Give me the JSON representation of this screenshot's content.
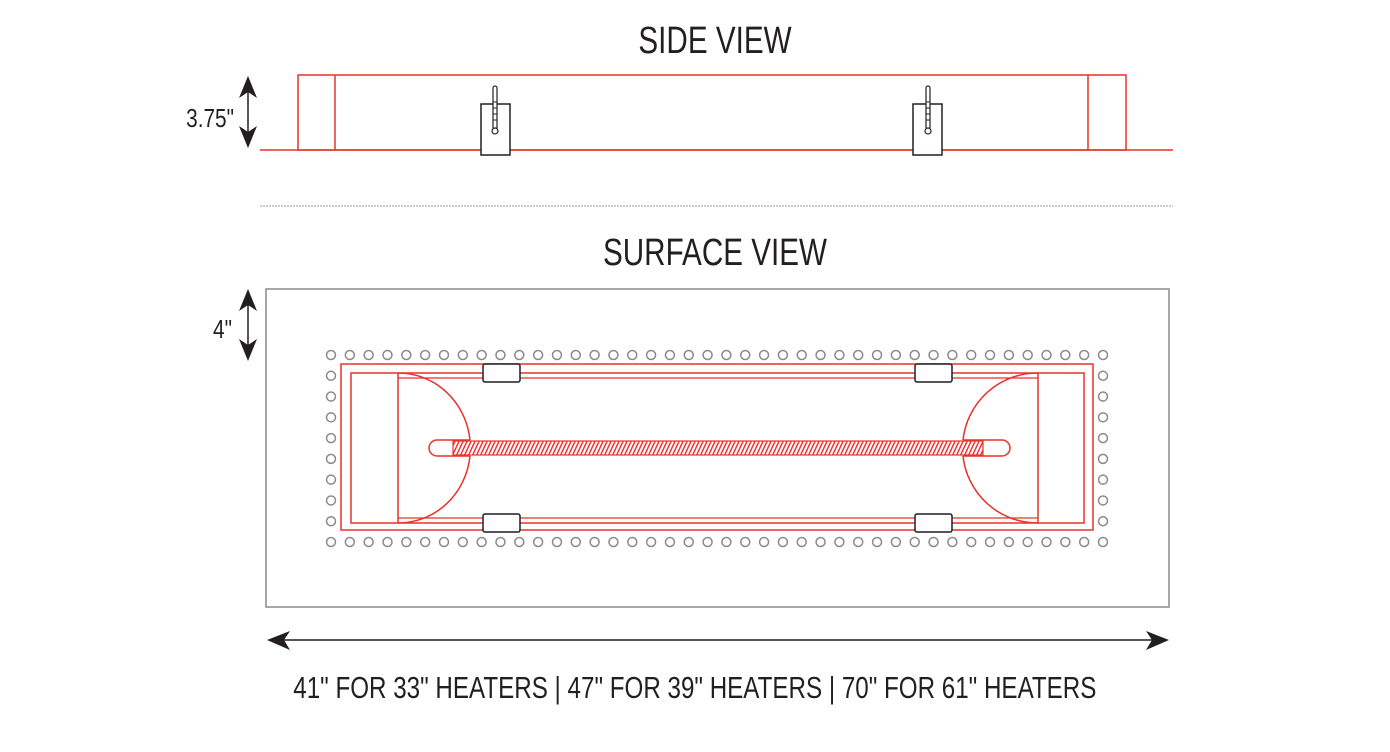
{
  "side_view": {
    "title": "SIDE VIEW",
    "height_label": "3.75\"",
    "brackets": 2
  },
  "surface_view": {
    "title": "SURFACE VIEW",
    "height_label": "4\"",
    "holes_per_row": 42,
    "holes_per_column": 10,
    "brackets": 4
  },
  "width_caption": "41\" FOR 33\" HEATERS | 47\" FOR 39\" HEATERS | 70\" FOR 61\" HEATERS",
  "colors": {
    "heater_line": "#e8322b",
    "text": "#231f20",
    "surface_outline": "#8a8a8a",
    "hole": "#8a8a8a",
    "divider": "#9a9a9a"
  }
}
